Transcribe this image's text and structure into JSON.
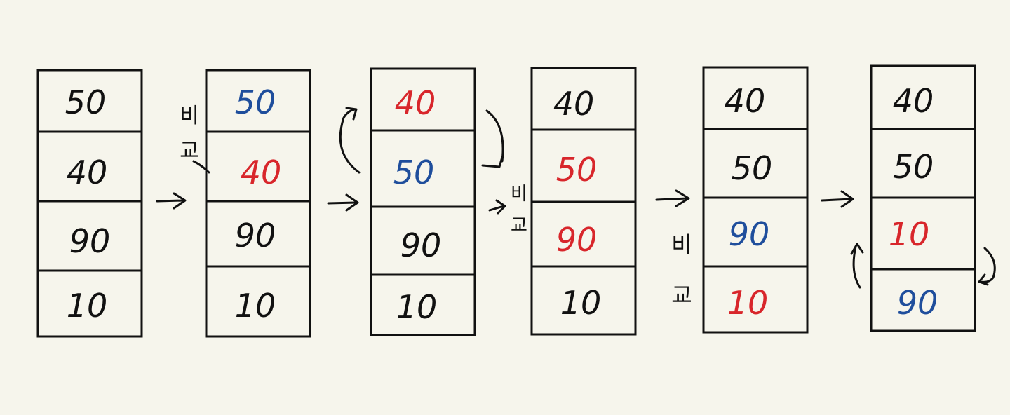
{
  "diagram": {
    "colors": {
      "background": "#f6f5ec",
      "ink": "#111111",
      "red": "#d8262b",
      "blue": "#1f4e9c"
    },
    "states": [
      {
        "cells": [
          {
            "value": "50",
            "color": "black"
          },
          {
            "value": "40",
            "color": "black"
          },
          {
            "value": "90",
            "color": "black"
          },
          {
            "value": "10",
            "color": "black"
          }
        ]
      },
      {
        "cells": [
          {
            "value": "50",
            "color": "blue"
          },
          {
            "value": "40",
            "color": "red"
          },
          {
            "value": "90",
            "color": "black"
          },
          {
            "value": "10",
            "color": "black"
          }
        ],
        "note": "비교"
      },
      {
        "cells": [
          {
            "value": "40",
            "color": "red"
          },
          {
            "value": "50",
            "color": "blue"
          },
          {
            "value": "90",
            "color": "black"
          },
          {
            "value": "10",
            "color": "black"
          }
        ],
        "swap": true
      },
      {
        "cells": [
          {
            "value": "40",
            "color": "black"
          },
          {
            "value": "50",
            "color": "red"
          },
          {
            "value": "90",
            "color": "red"
          },
          {
            "value": "10",
            "color": "black"
          }
        ],
        "note": "비교"
      },
      {
        "cells": [
          {
            "value": "40",
            "color": "black"
          },
          {
            "value": "50",
            "color": "black"
          },
          {
            "value": "90",
            "color": "blue"
          },
          {
            "value": "10",
            "color": "red"
          }
        ],
        "note": "비교"
      },
      {
        "cells": [
          {
            "value": "40",
            "color": "black"
          },
          {
            "value": "50",
            "color": "black"
          },
          {
            "value": "10",
            "color": "red"
          },
          {
            "value": "90",
            "color": "blue"
          }
        ],
        "swap": true
      }
    ]
  }
}
